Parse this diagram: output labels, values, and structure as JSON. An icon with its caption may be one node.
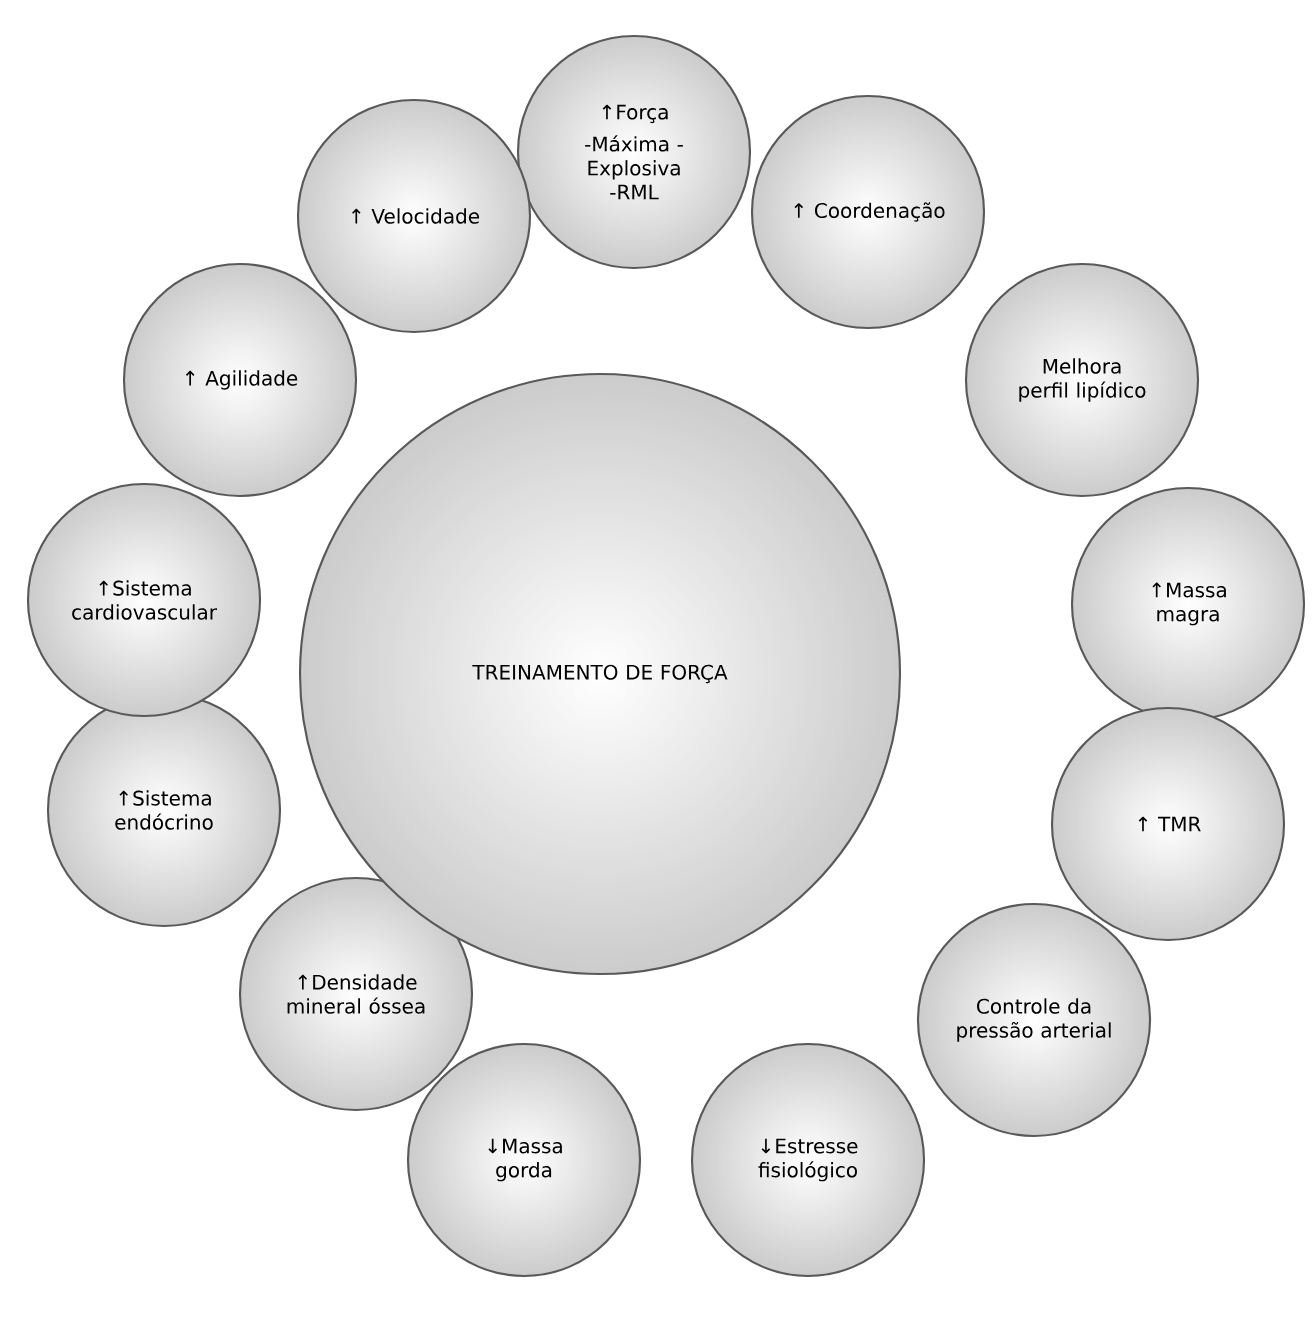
{
  "diagram": {
    "nodes": [
      {
        "text": [
          "TREINAMENTO DE FORÇA"
        ]
      },
      {
        "text": [
          "↑Força",
          "-Máxima -Explosiva -RML"
        ]
      },
      {
        "text": [
          "↑ Coordenação"
        ]
      },
      {
        "text": [
          "Melhora perfil lipídico"
        ]
      },
      {
        "text": [
          "↑Massa magra"
        ]
      },
      {
        "text": [
          "↑ TMR"
        ]
      },
      {
        "text": [
          "Controle da pressão arterial"
        ]
      },
      {
        "text": [
          "↓Estresse fisiológico"
        ]
      },
      {
        "text": [
          "↓Massa gorda"
        ]
      },
      {
        "text": [
          "↑Densidade mineral óssea"
        ]
      },
      {
        "text": [
          "↑Sistema endócrino"
        ]
      },
      {
        "text": [
          "↑Sistema cardiovascular"
        ]
      },
      {
        "text": [
          "↑ Agilidade"
        ]
      },
      {
        "text": [
          "↑ Velocidade"
        ]
      }
    ]
  }
}
